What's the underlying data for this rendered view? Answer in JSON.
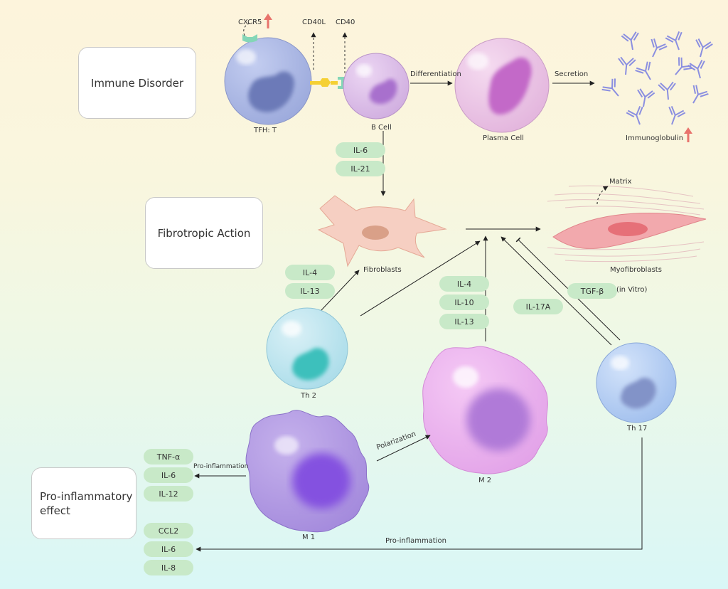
{
  "boxes": {
    "immune_disorder": "Immune Disorder",
    "fibrotropic_action": "Fibrotropic Action",
    "pro_inflammatory_line1": "Pro-inflammatory",
    "pro_inflammatory_line2": "effect"
  },
  "cells": {
    "tfh": "TFH: T",
    "b_cell": "B Cell",
    "plasma_cell": "Plasma Cell",
    "fibroblasts": "Fibroblasts",
    "myofibroblasts": "Myofibroblasts",
    "th2": "Th 2",
    "m1": "M 1",
    "m2": "M 2",
    "th17": "Th 17"
  },
  "labels": {
    "cxcr5": "CXCR5",
    "cd40l": "CD40L",
    "cd40": "CD40",
    "differentiation": "Differentiation",
    "secretion": "Secretion",
    "immunoglobulin": "Immunoglobulin",
    "matrix": "Matrix",
    "in_vitro": "(in Vitro)",
    "polarization": "Polarization",
    "pro_inflammation_m1": "Pro-inflammation",
    "pro_inflammation_th17": "Pro-inflammation"
  },
  "cytokines": {
    "b_cell": [
      "IL-6",
      "IL-21"
    ],
    "th2": [
      "IL-4",
      "IL-13"
    ],
    "m2": [
      "IL-4",
      "IL-10",
      "IL-13"
    ],
    "th17": "IL-17A",
    "myofibroblast": "TGF-β",
    "m1": [
      "TNF-α",
      "IL-6",
      "IL-12"
    ],
    "th17_inflammatory": [
      "CCL2",
      "IL-6",
      "IL-8"
    ]
  },
  "colors": {
    "pill": "#c8e9c8",
    "increase_arrow": "#e8736c",
    "antibody": "#8b8fe0"
  }
}
